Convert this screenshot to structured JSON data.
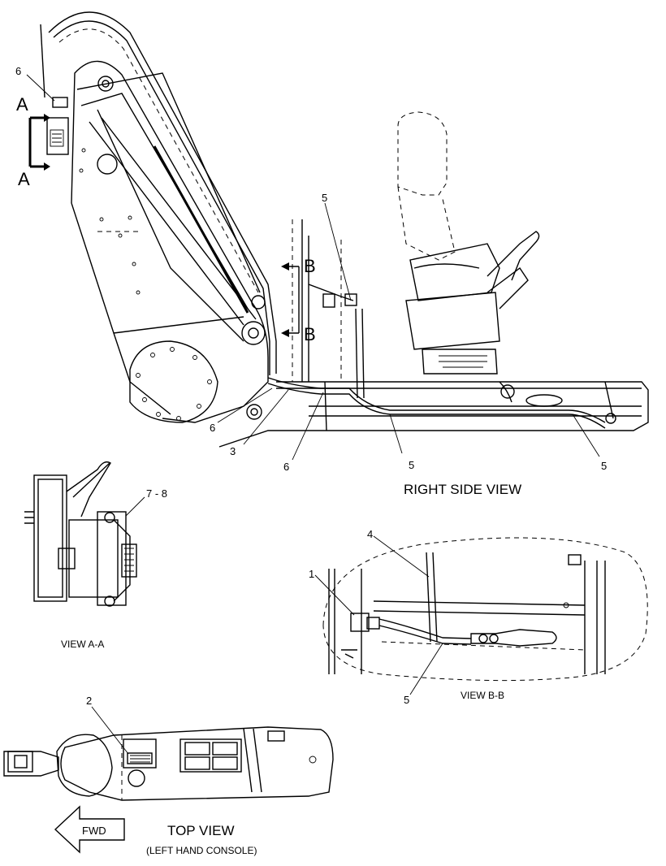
{
  "callouts": {
    "c1": "1",
    "c2": "2",
    "c3": "3",
    "c4": "4",
    "c5a": "5",
    "c5b": "5",
    "c5c": "5",
    "c5d": "5",
    "c6a": "6",
    "c6b": "6",
    "c6c": "6",
    "c78": "7 - 8"
  },
  "section_marks": {
    "a_top": "A",
    "a_bottom": "A",
    "b_top": "B",
    "b_bottom": "B"
  },
  "views": {
    "right_side": "RIGHT SIDE VIEW",
    "view_aa": "VIEW A-A",
    "view_bb": "VIEW B-B",
    "top_view": "TOP VIEW",
    "top_view_sub": "(LEFT HAND CONSOLE)"
  },
  "fwd_arrow": "FWD"
}
